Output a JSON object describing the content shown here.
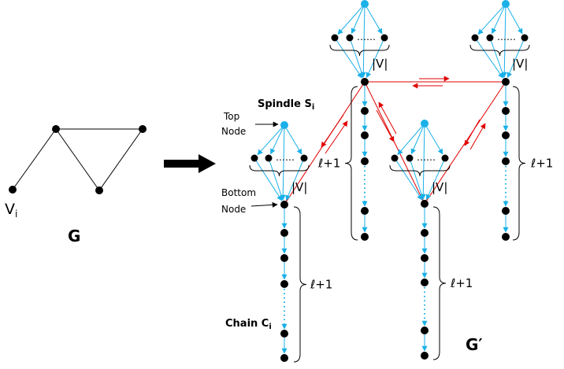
{
  "graph_g": {
    "name": "G",
    "vertex_label": "V",
    "vertex_subscript": "i"
  },
  "graph_g_prime": {
    "name": "G′"
  },
  "labels": {
    "spindle": "Spindle S",
    "spindle_sub": "i",
    "top_node_line1": "Top",
    "top_node_line2": "Node",
    "bottom_node_line1": "Bottom",
    "bottom_node_line2": "Node",
    "chain": "Chain C",
    "chain_sub": "i",
    "v_count": "|V|",
    "ell_plus_one": "ℓ+1",
    "dots": "……"
  },
  "colors": {
    "node": "#000000",
    "top_node": "#1ab0e8",
    "spindle_edge": "#1ab0e8",
    "red_edge": "#e00000",
    "plain_edge": "#000000"
  }
}
